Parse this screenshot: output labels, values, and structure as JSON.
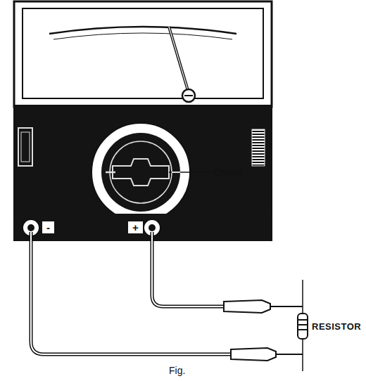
{
  "diagram": {
    "caption": "Fig.",
    "labels": [
      "OHMS",
      "RESISTOR",
      "-",
      "+"
    ]
  }
}
